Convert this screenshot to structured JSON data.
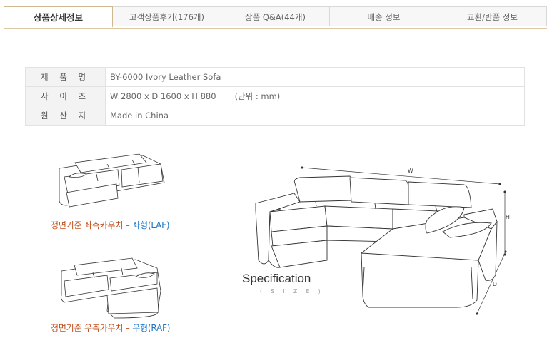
{
  "tabs": [
    {
      "label": "상품상세정보",
      "active": true
    },
    {
      "label": "고객상품후기(176개)",
      "active": false
    },
    {
      "label": "상품 Q&A(44개)",
      "active": false
    },
    {
      "label": "배송 정보",
      "active": false
    },
    {
      "label": "교환/반품 정보",
      "active": false
    }
  ],
  "specs": [
    {
      "label": "제 품 명",
      "value": "BY-6000 Ivory Leather Sofa",
      "unit": ""
    },
    {
      "label": "사 이 즈",
      "value": "W 2800 x D 1600 x H 880",
      "unit": "(단위 : mm)"
    },
    {
      "label": "원 산 지",
      "value": "Made in China",
      "unit": ""
    }
  ],
  "diagram": {
    "laf_caption_a": "정면기준 좌측카우치 –",
    "laf_caption_b": "좌형(LAF)",
    "raf_caption_a": "정면기준 우측카우치 –",
    "raf_caption_b": "우형(RAF)",
    "title": "Specification",
    "subtitle": "( S I Z E )",
    "w_label": "W",
    "h_label": "H",
    "d_label": "D"
  },
  "colors": {
    "accent_orange": "#c2501c",
    "accent_blue": "#1a74c6",
    "tab_border": "#dcc9a4"
  }
}
